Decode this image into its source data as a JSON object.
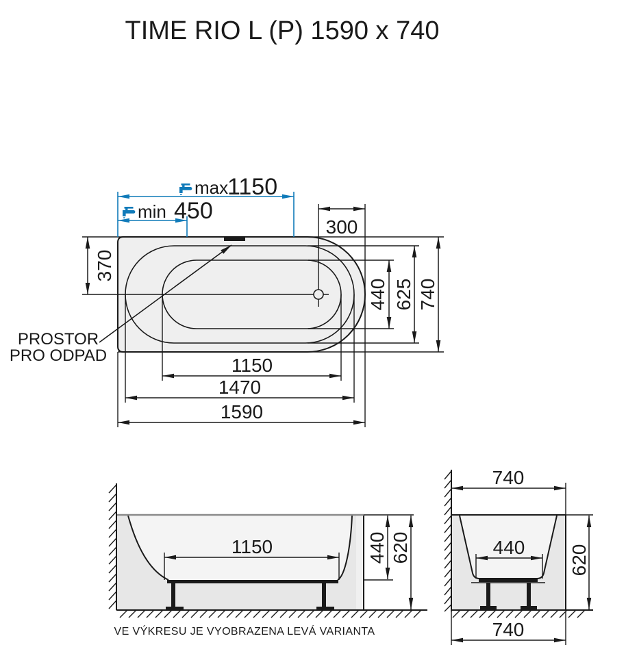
{
  "title": "TIME RIO L (P) 1590 x 740",
  "caption": "VE VÝKRESU JE VYOBRAZENA LEVÁ VARIANTA",
  "colors": {
    "accent_blue": "#0f7ab9",
    "line": "#1a1a1a",
    "body_fill": "#e7e7e7",
    "basin_fill": "#f4f4f4",
    "plan_fill": "#efefef"
  },
  "plan": {
    "faucet_max_label": "max",
    "faucet_max_value": "1150",
    "faucet_min_label": "min",
    "faucet_min_value": "450",
    "dim_drain_from_end": "300",
    "dim_edge_to_center": "370",
    "dim_basin_width": "440",
    "dim_inner_width": "625",
    "dim_overall_width": "740",
    "dim_basin_length": "1150",
    "dim_inner_length": "1470",
    "dim_overall_length": "1590",
    "drain_label_line1": "PROSTOR",
    "drain_label_line2": "PRO ODPAD"
  },
  "front": {
    "dim_basin_length": "1150",
    "dim_depth": "440",
    "dim_height": "620"
  },
  "side": {
    "dim_overall_width_top": "740",
    "dim_basin_width": "440",
    "dim_height": "620",
    "dim_overall_width_bottom": "740"
  }
}
